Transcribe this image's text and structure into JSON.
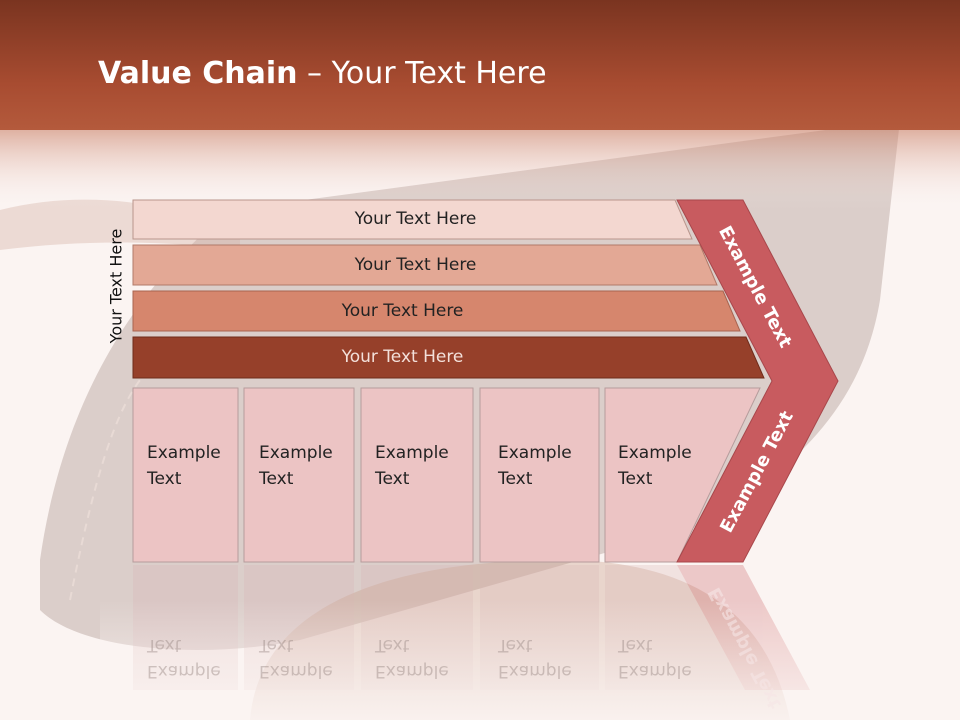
{
  "title": {
    "bold": "Value Chain",
    "rest": " – Your Text Here"
  },
  "side_label": "Your Text Here",
  "bands": [
    {
      "label": "Your Text Here",
      "color": "#f3d7d0"
    },
    {
      "label": "Your Text Here",
      "color": "#e3a895"
    },
    {
      "label": "Your Text Here",
      "color": "#d6866d"
    },
    {
      "label": "Your Text Here",
      "color": "#96402a"
    }
  ],
  "columns": [
    {
      "line1": "Example",
      "line2": "Text"
    },
    {
      "line1": "Example",
      "line2": "Text"
    },
    {
      "line1": "Example",
      "line2": "Text"
    },
    {
      "line1": "Example",
      "line2": "Text"
    },
    {
      "line1": "Example",
      "line2": "Text"
    }
  ],
  "arrow": {
    "top_label": "Example Text",
    "bottom_label": "Example Text",
    "color": "#c85b5f"
  },
  "colors": {
    "header": "#a24a30",
    "column_fill": "#ecc4c4"
  }
}
